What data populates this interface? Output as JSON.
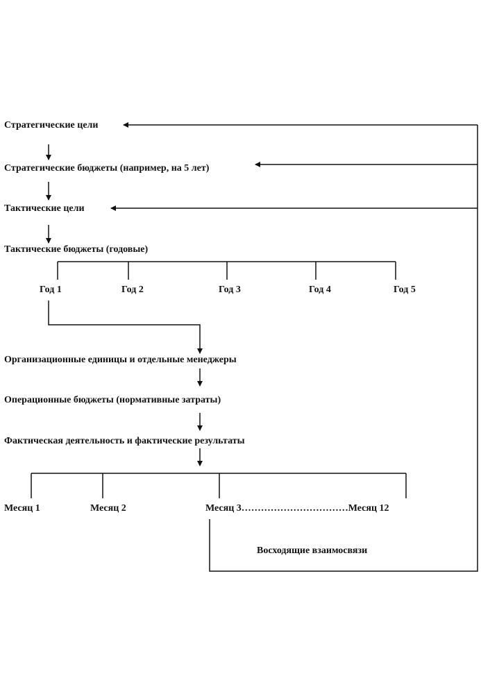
{
  "flow": {
    "strategic_goals": "Стратегические цели",
    "strategic_budgets": "Стратегические бюджеты (например, на 5 лет)",
    "tactical_goals": "Тактические цели",
    "tactical_budgets": "Тактические бюджеты (годовые)",
    "org_units": "Организационные единицы и отдельные менеджеры",
    "operational_budgets": "Операционные бюджеты (нормативные затраты)",
    "actual_results": "Фактическая деятельность и фактические результаты"
  },
  "years": [
    "Год 1",
    "Год 2",
    "Год 3",
    "Год 4",
    "Год 5"
  ],
  "months": [
    "Месяц 1",
    "Месяц 2",
    "Месяц 3……………………………Месяц 12"
  ],
  "feedback_label": "Восходящие взаимосвязи",
  "colors": {
    "line": "#111111",
    "text": "#111111",
    "background": "#ffffff"
  }
}
